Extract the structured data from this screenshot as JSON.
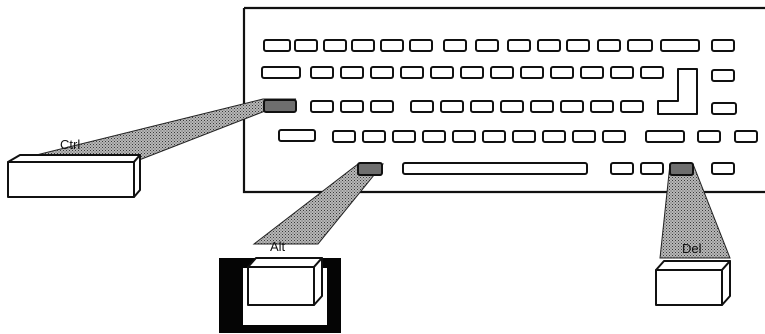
{
  "diagram": {
    "labels": {
      "ctrl": "Ctrl",
      "alt": "Alt",
      "del": "Del"
    },
    "colors": {
      "ink": "#111111",
      "paper": "#ffffff",
      "beam": "#8c8c8c",
      "highlight_key": "#6e6e6e",
      "pedestal": "#050505"
    }
  }
}
